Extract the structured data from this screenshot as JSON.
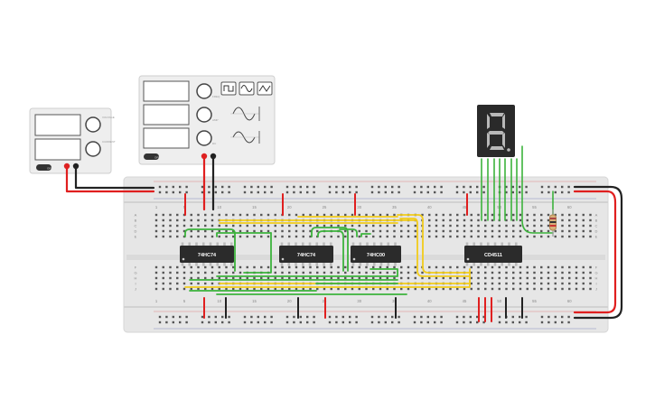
{
  "circuit": {
    "power_supply": {
      "button_label": "OFF",
      "knob_labels": [
        "VOLTAGE",
        "CURRENT"
      ]
    },
    "function_generator": {
      "button_label": "OFF",
      "knob_labels": [
        "FREQ",
        "AMP",
        "DC"
      ],
      "waveforms": [
        "square-wave-icon",
        "sine-wave-icon",
        "triangle-wave-icon"
      ]
    },
    "display": {
      "digit": "8.",
      "segment_color": "#b8b8b8"
    },
    "breadboard": {
      "column_labels_top": [
        "1",
        "5",
        "10",
        "15",
        "20",
        "25",
        "30",
        "35",
        "40",
        "45",
        "50",
        "55",
        "60"
      ],
      "column_labels_bottom": [
        "1",
        "5",
        "10",
        "15",
        "20",
        "25",
        "30",
        "35",
        "40",
        "45",
        "50",
        "55",
        "60"
      ],
      "row_labels_top": [
        "A",
        "B",
        "C",
        "D",
        "E"
      ],
      "row_labels_bottom": [
        "F",
        "G",
        "H",
        "I",
        "J"
      ]
    },
    "chips": [
      {
        "label": "74HC74"
      },
      {
        "label": "74HC74"
      },
      {
        "label": "74HC00"
      },
      {
        "label": "CD4511"
      }
    ],
    "colors": {
      "wire_red": "#e01f1f",
      "wire_black": "#222222",
      "wire_green": "#3cb33c",
      "wire_yellow": "#f2cc1b",
      "board": "#e8e8e8",
      "chip": "#2b2b2b"
    }
  }
}
